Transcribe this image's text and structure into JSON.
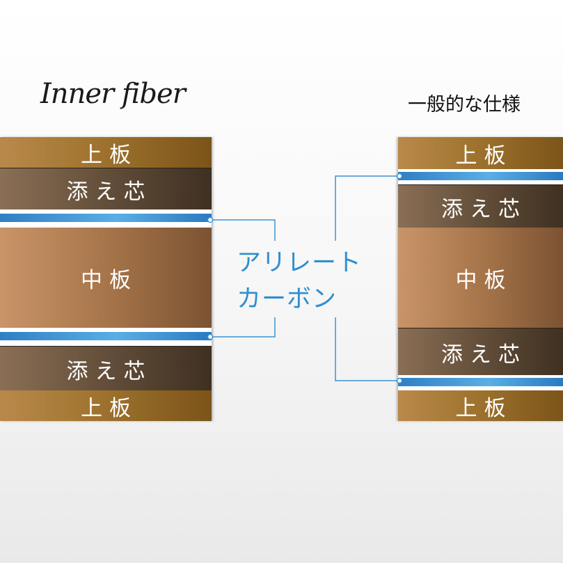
{
  "left": {
    "title": "Inner fiber",
    "layers": [
      "上板",
      "添え芯",
      "中板",
      "添え芯",
      "上板"
    ]
  },
  "right": {
    "title": "一般的な仕様",
    "layers": [
      "上板",
      "添え芯",
      "中板",
      "添え芯",
      "上板"
    ]
  },
  "callout": {
    "line1": "アリレート",
    "line2": "カーボン"
  },
  "colors": {
    "carbon": "#4a9fd8",
    "callout_text": "#2f8fd0",
    "top_board": "#a0742f",
    "core": "#5f4b37",
    "mid_board": "#a7754a"
  }
}
